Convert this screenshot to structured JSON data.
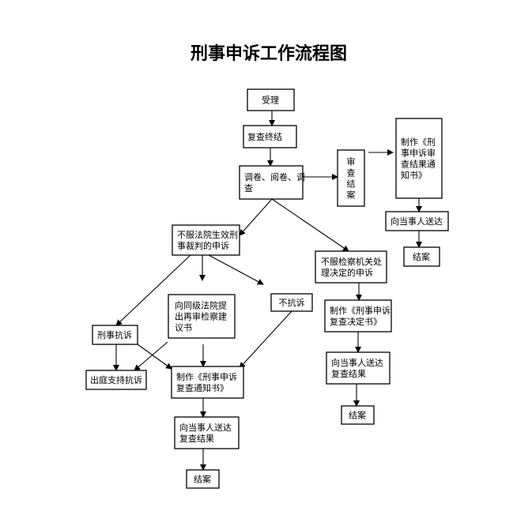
{
  "title": "刑事申诉工作流程图",
  "nodes": {
    "accept": {
      "lines": [
        "受理"
      ]
    },
    "review_end": {
      "lines": [
        "复查终结"
      ]
    },
    "investigate": {
      "lines": [
        "调卷、阅卷、调",
        "查"
      ]
    },
    "exam_close": {
      "lines": [
        "审",
        "查",
        "结",
        "案"
      ]
    },
    "make_exam_notice": {
      "lines": [
        "制作《刑",
        "事申诉审",
        "查结果通",
        "知书》"
      ]
    },
    "send_right": {
      "lines": [
        "向当事人送达"
      ]
    },
    "close_right": {
      "lines": [
        "结案"
      ]
    },
    "court_appeal": {
      "lines": [
        "不服法院生效刑",
        "事裁判的申诉"
      ]
    },
    "procuratorate_appeal": {
      "lines": [
        "不服检察机关处",
        "理决定的申诉"
      ]
    },
    "criminal_protest": {
      "lines": [
        "刑事抗诉"
      ]
    },
    "retrial_proposal": {
      "lines": [
        "向同级法院提",
        "出再审检察建",
        "议书"
      ]
    },
    "no_protest": {
      "lines": [
        "不抗诉"
      ]
    },
    "court_support": {
      "lines": [
        "出庭支持抗诉"
      ]
    },
    "make_review_notice": {
      "lines": [
        "制作《刑事申诉",
        "复查通知书》"
      ]
    },
    "send_left": {
      "lines": [
        "向当事人送达",
        "复查结果"
      ]
    },
    "close_left": {
      "lines": [
        "结案"
      ]
    },
    "make_review_decision": {
      "lines": [
        "制作《刑事申诉",
        "复查决定书》"
      ]
    },
    "send_mid": {
      "lines": [
        "向当事人送达",
        "复查结果"
      ]
    },
    "close_mid": {
      "lines": [
        "结案"
      ]
    }
  },
  "edges": [
    {
      "from": "accept",
      "to": "review_end"
    },
    {
      "from": "review_end",
      "to": "investigate"
    },
    {
      "from": "investigate",
      "to": "exam_close"
    },
    {
      "from": "exam_close",
      "to": "make_exam_notice"
    },
    {
      "from": "make_exam_notice",
      "to": "send_right"
    },
    {
      "from": "send_right",
      "to": "close_right"
    },
    {
      "from": "investigate",
      "to": "court_appeal"
    },
    {
      "from": "investigate",
      "to": "procuratorate_appeal"
    },
    {
      "from": "court_appeal",
      "to": "criminal_protest"
    },
    {
      "from": "court_appeal",
      "to": "retrial_proposal"
    },
    {
      "from": "court_appeal",
      "to": "no_protest"
    },
    {
      "from": "criminal_protest",
      "to": "court_support"
    },
    {
      "from": "criminal_protest",
      "to": "make_review_notice"
    },
    {
      "from": "retrial_proposal",
      "to": "court_support"
    },
    {
      "from": "retrial_proposal",
      "to": "make_review_notice"
    },
    {
      "from": "no_protest",
      "to": "make_review_notice"
    },
    {
      "from": "make_review_notice",
      "to": "send_left"
    },
    {
      "from": "send_left",
      "to": "close_left"
    },
    {
      "from": "procuratorate_appeal",
      "to": "make_review_decision"
    },
    {
      "from": "make_review_decision",
      "to": "send_mid"
    },
    {
      "from": "send_mid",
      "to": "close_mid"
    }
  ]
}
